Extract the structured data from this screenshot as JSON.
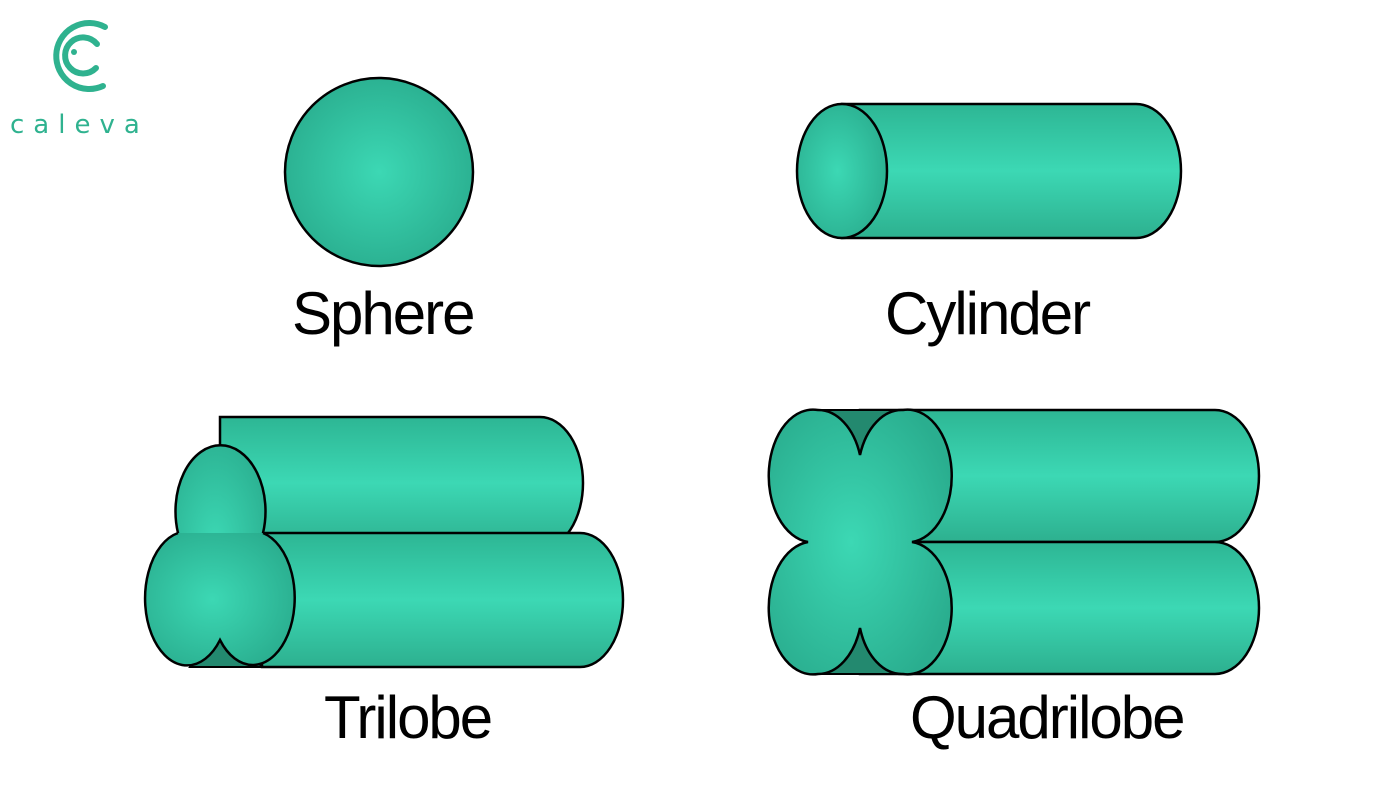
{
  "logo": {
    "text": "caleva",
    "color": "#2fb28f"
  },
  "colors": {
    "shape_fill_light": "#3cd8b4",
    "shape_fill_dark": "#2aae8f",
    "shape_shadow": "#23896f",
    "outline": "#000000"
  },
  "shapes": [
    {
      "id": "sphere",
      "label": "Sphere"
    },
    {
      "id": "cylinder",
      "label": "Cylinder"
    },
    {
      "id": "trilobe",
      "label": "Trilobe"
    },
    {
      "id": "quadrilobe",
      "label": "Quadrilobe"
    }
  ]
}
